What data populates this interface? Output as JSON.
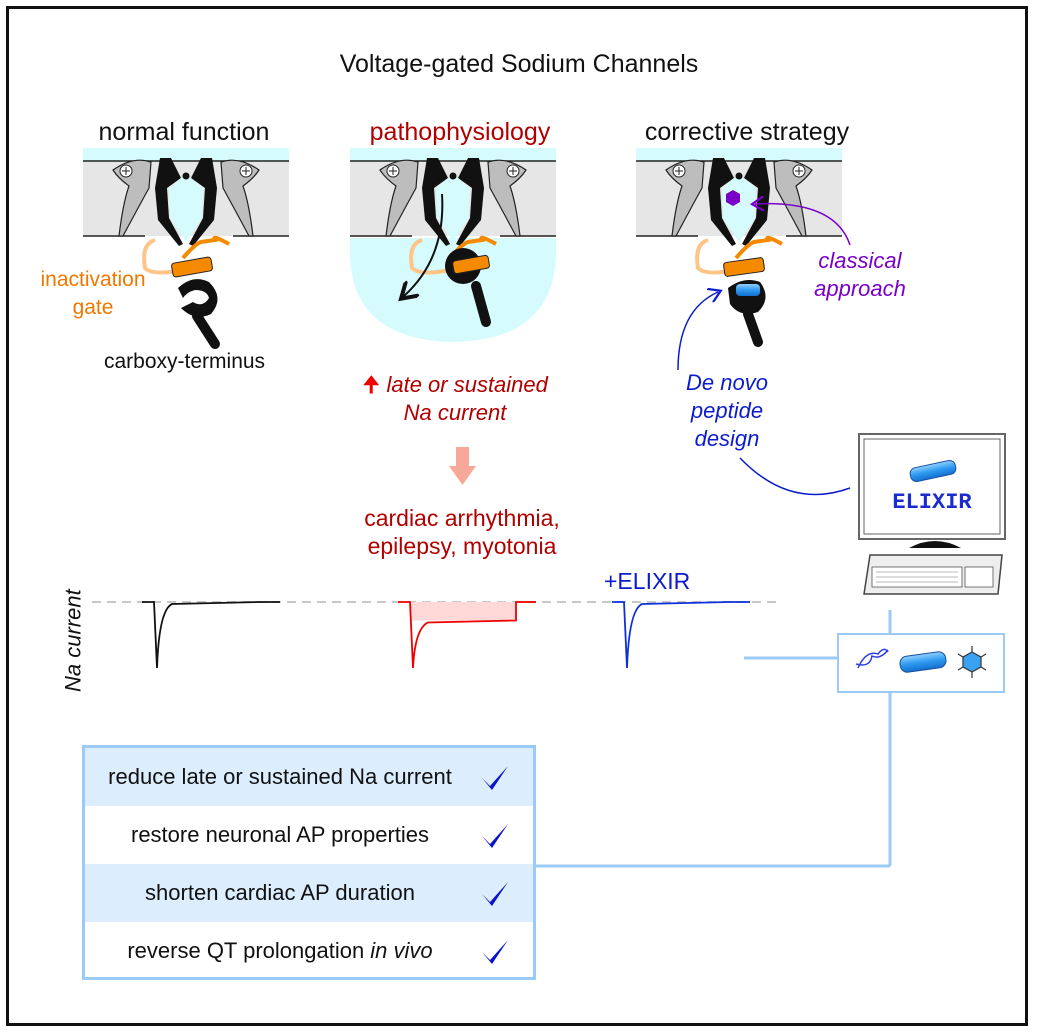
{
  "title": "Voltage-gated Sodium Channels",
  "panels": {
    "normal": {
      "heading": "normal function",
      "labels": {
        "gate": [
          "inactivation",
          "gate"
        ],
        "terminus": "carboxy-terminus"
      }
    },
    "patho": {
      "heading": "pathophysiology",
      "effect_arrow_icon": "up-arrow-icon",
      "effect": [
        "late or sustained",
        "Na current"
      ],
      "outcome": [
        "cardiac arrhythmia,",
        "epilepsy, myotonia"
      ]
    },
    "corrective": {
      "heading": "corrective strategy",
      "classical": [
        "classical",
        "approach"
      ],
      "denovo": [
        "De novo",
        "peptide",
        "design"
      ]
    }
  },
  "computer": {
    "screen_text": "ELIXIR"
  },
  "tools_box": {
    "icons": [
      "dna-icon",
      "peptide-icon",
      "small-molecule-icon"
    ]
  },
  "traces": {
    "ylabel": "Na current",
    "elixir_label": "+ELIXIR",
    "series": [
      {
        "name": "normal",
        "color": "#111111",
        "late_current_fraction": 0.0
      },
      {
        "name": "pathophysiology",
        "color": "#ee0000",
        "late_current_fraction": 0.28
      },
      {
        "name": "+ELIXIR",
        "color": "#1030d8",
        "late_current_fraction": 0.0
      }
    ]
  },
  "results": {
    "rows": [
      {
        "text": "reduce late or sustained Na current",
        "italic_suffix": "",
        "checked": true
      },
      {
        "text": "restore neuronal AP properties",
        "italic_suffix": "",
        "checked": true
      },
      {
        "text": "shorten cardiac AP duration",
        "italic_suffix": "",
        "checked": true
      },
      {
        "text": "reverse QT prolongation ",
        "italic_suffix": "in vivo",
        "checked": true
      }
    ]
  },
  "colors": {
    "membrane": "#e6e6e6",
    "extracellular": "#d6fbfd",
    "gate": "#f58a00",
    "gate_loop": "#ffc488",
    "peptide": "#2f9af0",
    "connector": "#9ccaf6",
    "check": "#0a14c8"
  }
}
